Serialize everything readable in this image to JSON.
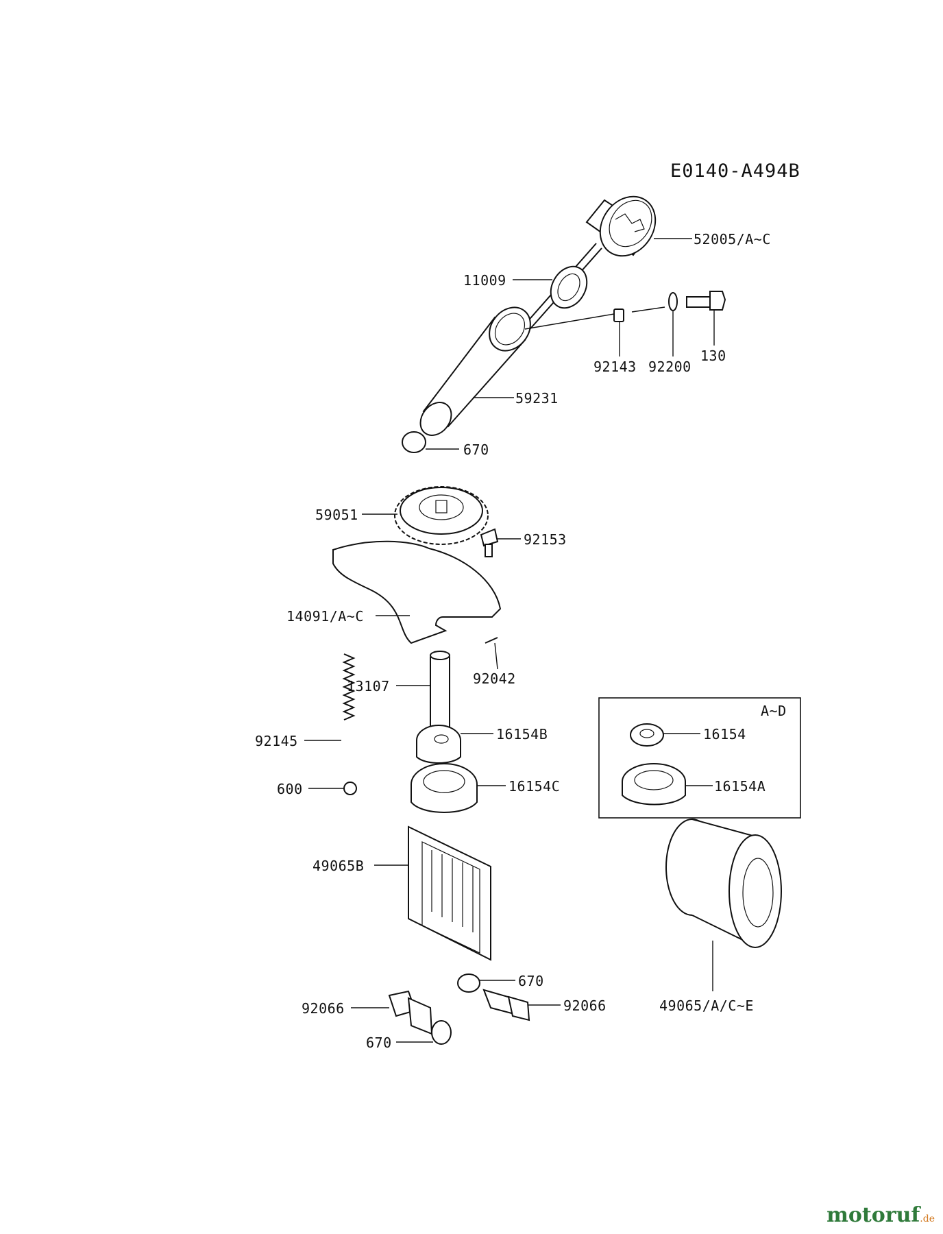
{
  "diagram_code": "E0140-A494B",
  "inset_title": "A~D",
  "labels": {
    "l52005": "52005/A~C",
    "l11009": "11009",
    "l92143": "92143",
    "l92200": "92200",
    "l130": "130",
    "l59231": "59231",
    "l670_top": "670",
    "l59051": "59051",
    "l92153": "92153",
    "l14091": "14091/A~C",
    "l92042": "92042",
    "l13107": "13107",
    "l92145": "92145",
    "l16154B": "16154B",
    "l600": "600",
    "l16154C": "16154C",
    "l16154": "16154",
    "l16154A": "16154A",
    "l49065B": "49065B",
    "l670_mid": "670",
    "l92066_right": "92066",
    "l92066_left": "92066",
    "l49065": "49065/A/C~E",
    "l670_bottom": "670"
  },
  "watermark": {
    "brand": "motoruf",
    "suffix": ".de"
  },
  "colors": {
    "ink": "#111111",
    "brand": "#2f7a3a",
    "suffix": "#d2781e"
  }
}
